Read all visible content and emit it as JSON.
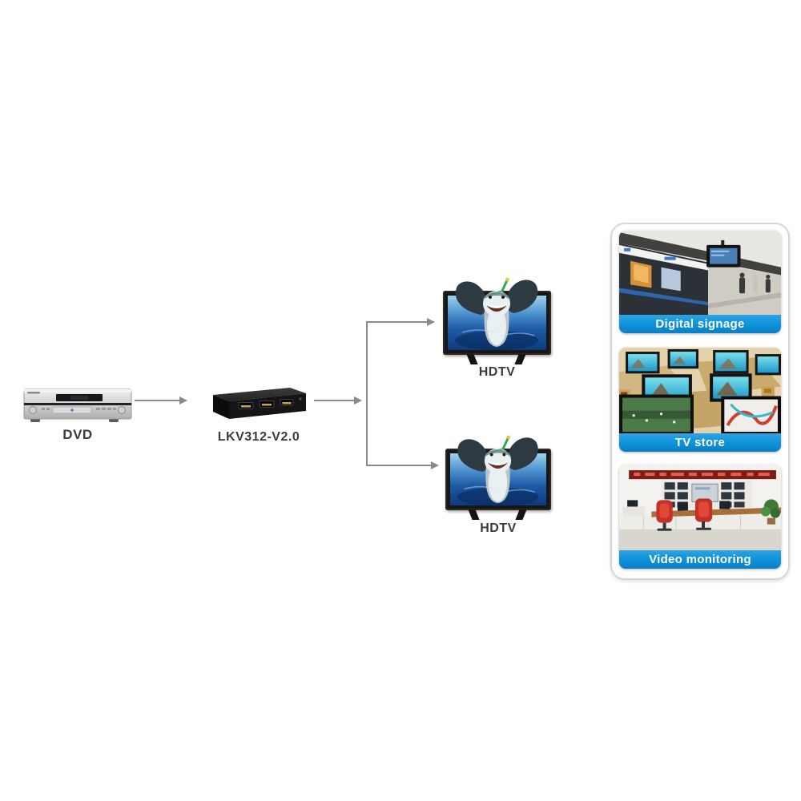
{
  "page": {
    "background_color": "#ffffff"
  },
  "diagram": {
    "arrow_color": "#8a8a8a",
    "source_device": {
      "label": "DVD",
      "type": "dvd-player"
    },
    "splitter": {
      "label": "LKV312-V2.0",
      "type": "hdmi-splitter-1x2"
    },
    "outputs": [
      {
        "label": "HDTV"
      },
      {
        "label": "HDTV"
      }
    ]
  },
  "applications_panel": {
    "banner_color": "#0e90d8",
    "border_color": "#d6d6d6",
    "items": [
      {
        "label": "Digital signage",
        "scene": "subway-platform-screens"
      },
      {
        "label": "TV store",
        "scene": "tv-store-display-wall"
      },
      {
        "label": "Video monitoring",
        "scene": "control-room"
      }
    ]
  }
}
